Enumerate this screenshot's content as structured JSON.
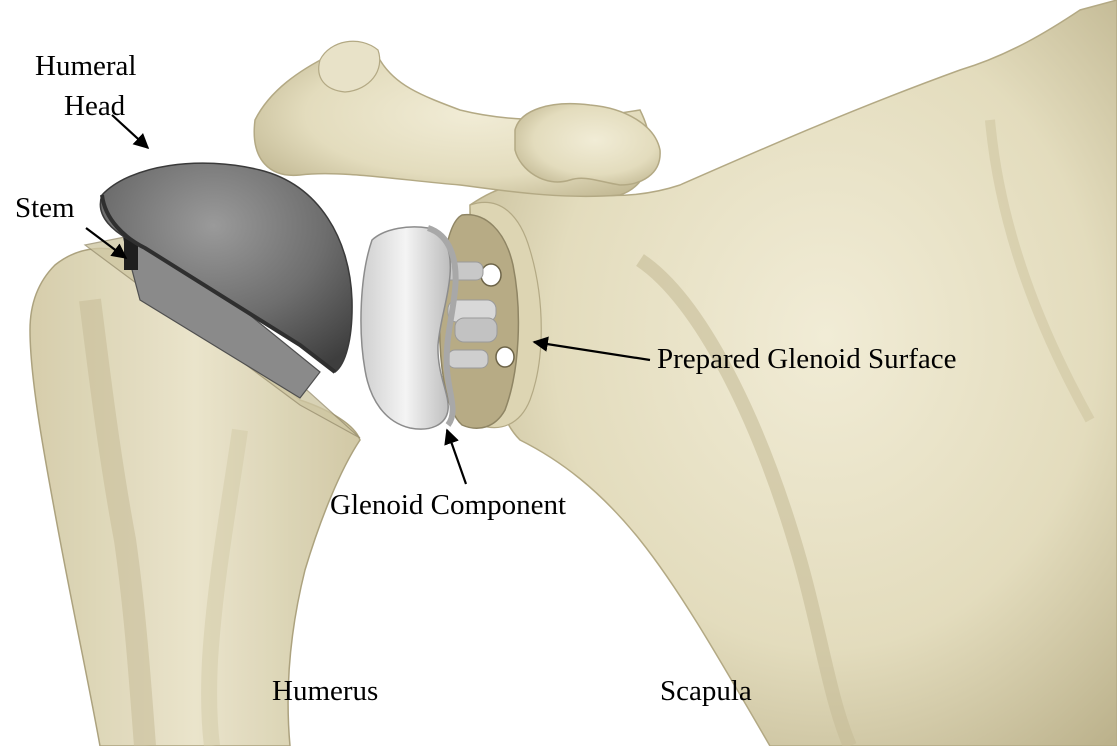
{
  "labels": {
    "humeral_head_line1": "Humeral",
    "humeral_head_line2": "Head",
    "stem": "Stem",
    "prepared_glenoid_surface": "Prepared Glenoid Surface",
    "glenoid_component": "Glenoid Component",
    "humerus": "Humerus",
    "scapula": "Scapula"
  },
  "colors": {
    "bone": "#e8e2c8",
    "bone_shadow": "#c9c09c",
    "bone_dark": "#a89e78",
    "humeral_head": "#6b6b6b",
    "stem": "#8a8a8a",
    "glenoid_component": "#e6e6e6",
    "arrow": "#000000"
  }
}
